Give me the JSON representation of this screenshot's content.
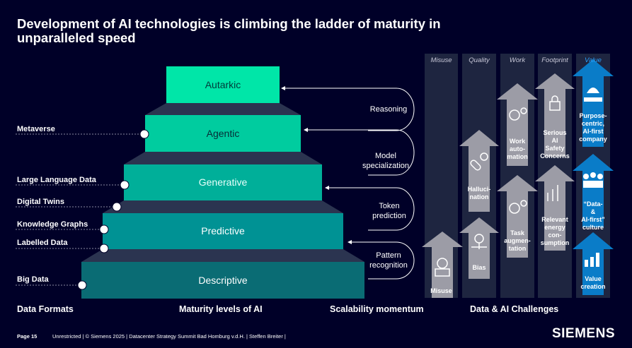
{
  "title": "Development of AI technologies is climbing the ladder of maturity in unparalleled speed",
  "steps": [
    "Autarkic",
    "Agentic",
    "Generative",
    "Predictive",
    "Descriptive"
  ],
  "data_formats": [
    "Metaverse",
    "Large Language Data",
    "Digital Twins",
    "Knowledge Graphs",
    "Labelled Data",
    "Big Data"
  ],
  "momentum": [
    "Reasoning",
    "Model specialization",
    "Token prediction",
    "Pattern recognition"
  ],
  "columns": {
    "headers": [
      "Misuse",
      "Quality",
      "Work",
      "Footprint",
      "Value"
    ],
    "misuse": [
      "Misuse"
    ],
    "quality": [
      "Halluci- nation",
      "Bias"
    ],
    "work": [
      "Work auto- mation",
      "Task augmen- tation"
    ],
    "footprint": [
      "Serious AI Safety Concerns",
      "Relevant energy con- sumption"
    ],
    "value": [
      "Purpose- centric, AI-first company",
      "“Data- & AI-first” culture",
      "Value creation"
    ]
  },
  "sections": [
    "Data Formats",
    "Maturity levels of AI",
    "Scalability momentum",
    "Data & AI Challenges"
  ],
  "footer": {
    "page": "Page 15",
    "text": "Unrestricted | © Siemens 2025 | Datacenter Strategy Summit Bad Homburg v.d.H. | Steffen Breiter |",
    "logo": "SIEMENS"
  },
  "colors": {
    "background": "#000028",
    "accent": "#009999",
    "arrow_gray": "#9c9ca6",
    "value_blue": "#0a7cc8"
  }
}
